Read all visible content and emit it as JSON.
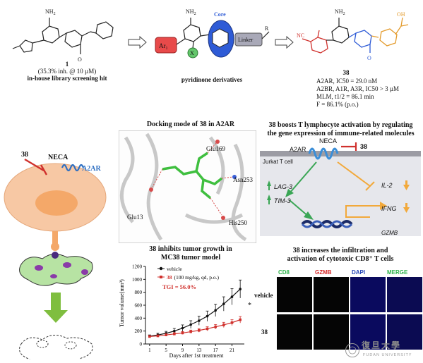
{
  "top": {
    "hit": {
      "number": "1",
      "inhibition": "(35.3% inh. @ 10 µM)",
      "label": "in-house library screening hit"
    },
    "derivatives": {
      "label": "pyridinone derivatives",
      "core": "Core",
      "ar": "Ar",
      "ar_sub": "1",
      "x": "X",
      "linker": "Linker",
      "r": "R",
      "nh2": "NH",
      "nh2_sub": "2"
    },
    "compound38": {
      "number": "38",
      "lines": [
        "A2AR, IC50 = 29.0 nM",
        "A2BR, A1R, A3R, IC50 > 3 µM",
        "MLM, t1/2 = 86.1 min",
        "F = 86.1% (p.o.)"
      ],
      "oh": "OH",
      "cn": "NC"
    }
  },
  "docking": {
    "title": "Docking mode of 38 in A2AR",
    "residues": [
      "Glu169",
      "Asn253",
      "Glu13",
      "His250"
    ]
  },
  "cell": {
    "compound": "38",
    "agonist": "NECA",
    "receptor": "A2AR"
  },
  "tcell": {
    "title_line1": "38 boosts T lymphocyte activation by regulating",
    "title_line2": "the gene expression of immune-related molecules",
    "agonist": "NECA",
    "compound": "38",
    "receptor": "A2AR",
    "cell_label": "Jurkat T cell",
    "up_genes": [
      "LAG-3",
      "TIM-3"
    ],
    "down_genes": [
      "IL-2",
      "IFNG"
    ],
    "other_gene": "GZMB",
    "colors": {
      "up": "#3aa655",
      "down": "#f2a93b",
      "membrane": "#3b8ed8"
    }
  },
  "tumor": {
    "title_line1": "38 inhibits tumor growth in",
    "title_line2": "MC38 tumor model",
    "tgi": "TGI = 56.0%",
    "significance": "*",
    "chart_data": {
      "type": "line",
      "xlabel": "Days after 1st treatment",
      "ylabel": "Tumor volume(mm³)",
      "x": [
        1,
        3,
        5,
        7,
        9,
        11,
        13,
        15,
        17,
        19,
        21,
        23
      ],
      "xticks": [
        1,
        5,
        9,
        13,
        17,
        21
      ],
      "ylim": [
        0,
        1200
      ],
      "yticks": [
        0,
        200,
        400,
        600,
        800,
        1000,
        1200
      ],
      "series": [
        {
          "name": "vehicle",
          "color": "#111111",
          "values": [
            120,
            140,
            165,
            200,
            245,
            300,
            360,
            430,
            520,
            620,
            730,
            850
          ],
          "errors": [
            20,
            25,
            30,
            40,
            50,
            60,
            70,
            80,
            95,
            110,
            125,
            140
          ]
        },
        {
          "name": "38",
          "name_suffix": "(100 mg/kg, qd, p.o.)",
          "color": "#d0312d",
          "values": [
            115,
            125,
            140,
            155,
            170,
            190,
            210,
            235,
            265,
            295,
            330,
            375
          ],
          "errors": [
            15,
            15,
            18,
            20,
            22,
            25,
            28,
            32,
            36,
            40,
            45,
            50
          ]
        }
      ]
    }
  },
  "infiltration": {
    "title_line1": "38 increases the infiltration and",
    "title_line2": "activation of cytotoxic CD8⁺ T cells",
    "channels": [
      {
        "label": "CD8",
        "color": "#2db34a"
      },
      {
        "label": "GZMB",
        "color": "#d62a2a"
      },
      {
        "label": "DAPI",
        "color": "#2446b8"
      },
      {
        "label": "MERGE",
        "color": "#2db34a"
      }
    ],
    "rows": [
      "vehicle",
      "38"
    ]
  },
  "watermark": {
    "text": "復旦大學",
    "sub": "FUDAN UNIVERSITY"
  }
}
